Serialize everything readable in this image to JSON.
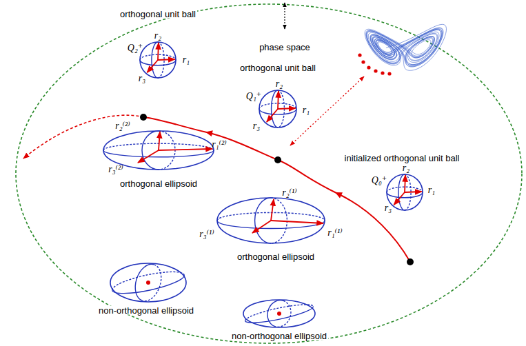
{
  "diagram": {
    "nodes": [
      {
        "text": [
          "orthogonal unit ball",
          "r₂",
          "Q₂⁺",
          "r₁",
          "r₃"
        ]
      },
      {
        "text": [
          "orthogonal unit ball",
          "r₂",
          "Q₁⁺",
          "r₁",
          "r₃"
        ]
      },
      {
        "text": [
          "r₂⁽²⁾",
          "r₁⁽²⁾",
          "r₃⁽²⁾",
          "orthogonal ellipsoid"
        ]
      },
      {
        "text": [
          "initialized orthogonal unit ball",
          "r₂",
          "Q₀⁺",
          "r₁",
          "r₃"
        ]
      },
      {
        "text": [
          "r₂⁽¹⁾",
          "r₁⁽¹⁾",
          "r₃⁽¹⁾",
          "orthogonal ellipsoid"
        ]
      },
      {
        "text": [
          "non-orthogonal ellipsoid"
        ]
      },
      {
        "text": [
          "non-orthogonal ellipsoid"
        ]
      }
    ],
    "labels": [
      "phase space"
    ]
  }
}
